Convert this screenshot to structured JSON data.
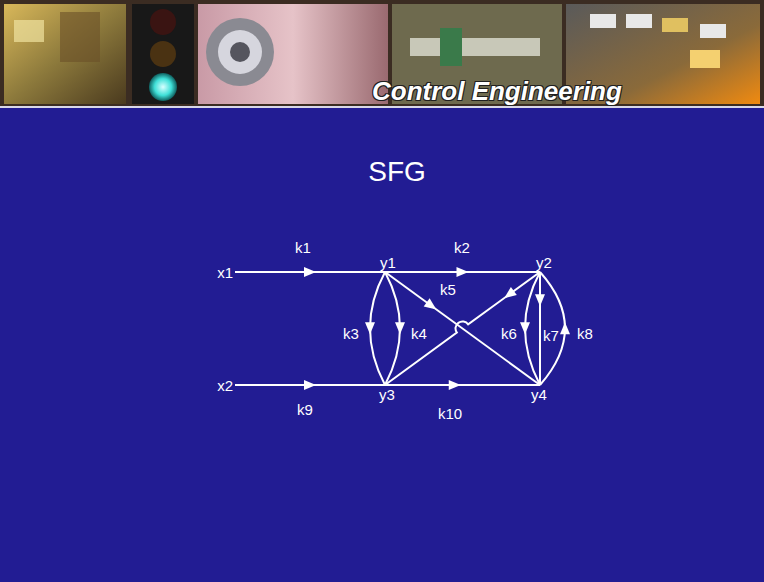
{
  "diagram": {
    "title": "SFG",
    "nodes": [
      {
        "text": [
          "x1"
        ]
      },
      {
        "text": [
          "y1"
        ]
      },
      {
        "text": [
          "y2"
        ]
      },
      {
        "text": [
          "x2"
        ]
      },
      {
        "text": [
          "y3"
        ]
      },
      {
        "text": [
          "y4"
        ]
      }
    ],
    "edges": [
      {
        "from": 0,
        "to": 1,
        "label": "k1",
        "arrow": "to"
      },
      {
        "from": 1,
        "to": 2,
        "label": "k2",
        "arrow": "to"
      },
      {
        "from": 1,
        "to": 4,
        "label": "k3",
        "arrow": "to"
      },
      {
        "from": 1,
        "to": 4,
        "label": "k4",
        "arrow": "to"
      },
      {
        "from": 1,
        "to": 5,
        "label": "k5",
        "arrow": "to"
      },
      {
        "from": 2,
        "to": 4,
        "arrow": "to"
      },
      {
        "from": 2,
        "to": 5,
        "label": "k6",
        "arrow": "to"
      },
      {
        "from": 2,
        "to": 5,
        "label": "k7",
        "arrow": "to"
      },
      {
        "from": 5,
        "to": 2,
        "label": "k8",
        "arrow": "to"
      },
      {
        "from": 3,
        "to": 4,
        "label": "k9",
        "arrow": "to"
      },
      {
        "from": 4,
        "to": 5,
        "label": "k10",
        "arrow": "to"
      }
    ],
    "labels": [
      "Control Engineering"
    ]
  }
}
